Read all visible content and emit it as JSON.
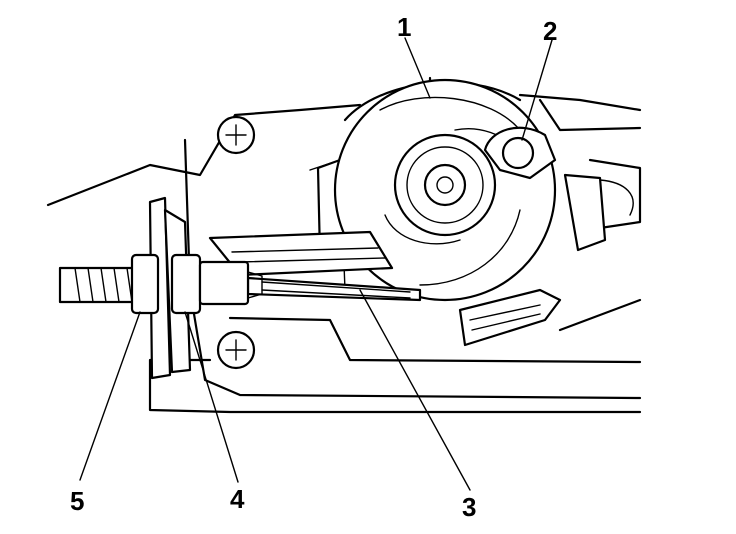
{
  "callouts": [
    {
      "id": "callout-1",
      "label": "1"
    },
    {
      "id": "callout-2",
      "label": "2"
    },
    {
      "id": "callout-3",
      "label": "3"
    },
    {
      "id": "callout-4",
      "label": "4"
    },
    {
      "id": "callout-5",
      "label": "5"
    }
  ]
}
